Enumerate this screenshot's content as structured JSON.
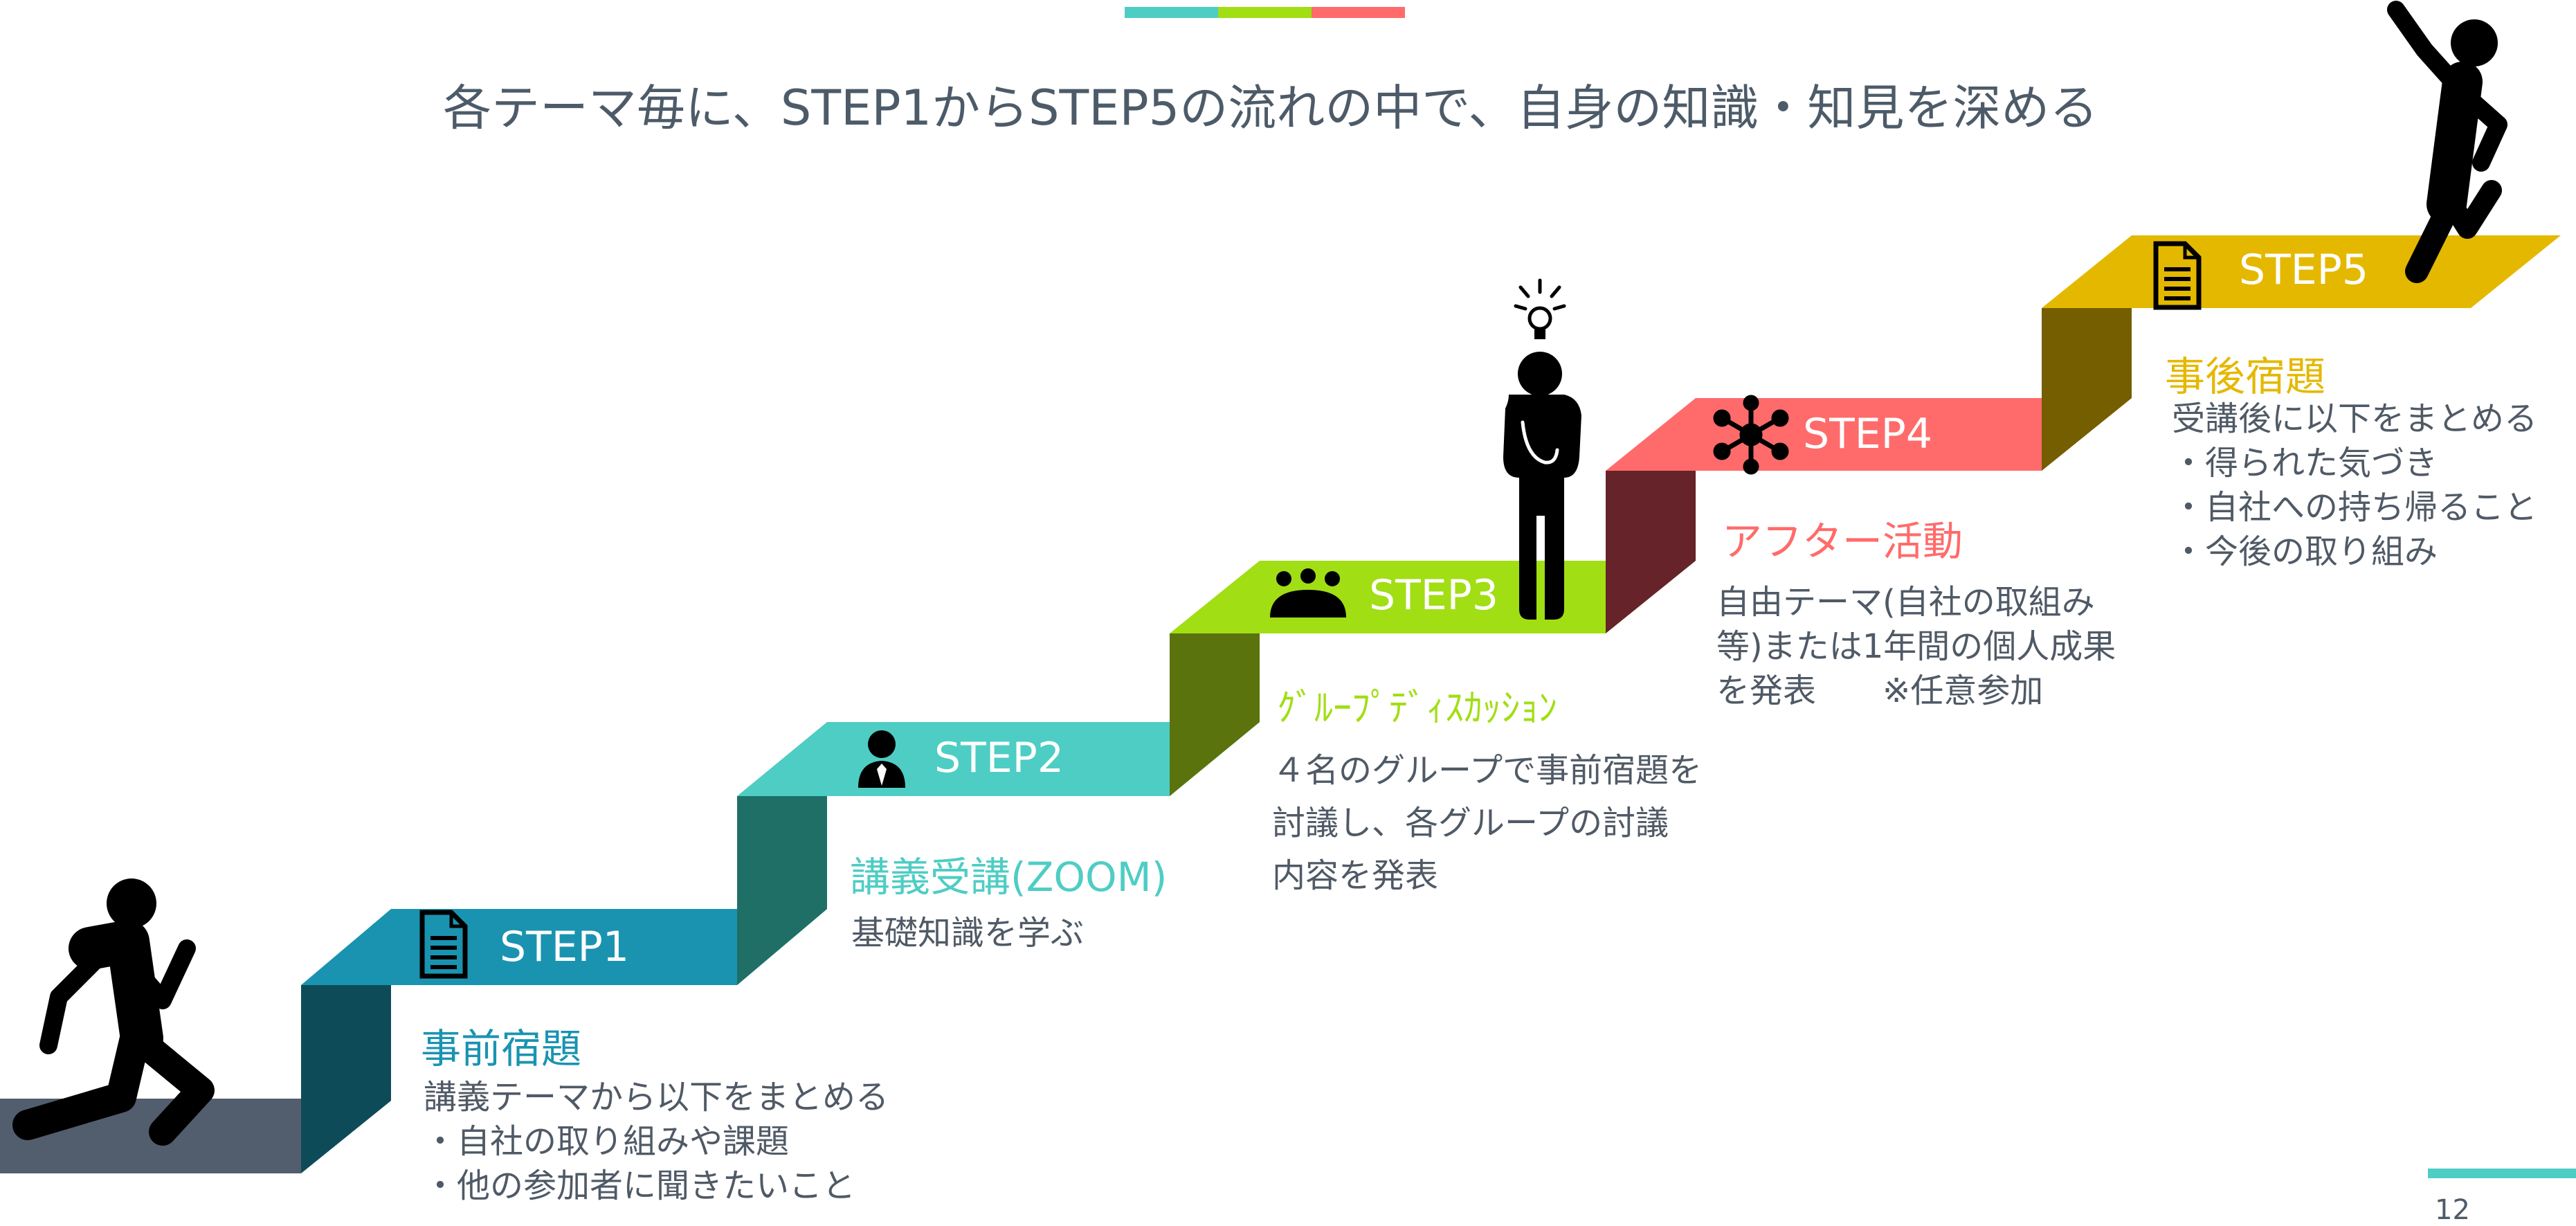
{
  "title": "各テーマ毎に、STEP1からSTEP5の流れの中で、自身の知識・知見を深める",
  "colors": {
    "step1": "#1a93b1",
    "step2": "#4ecdc4",
    "step3": "#a1de14",
    "step4": "#ff6b6b",
    "step5": "#e5b800",
    "text": "#505a66",
    "base": "#525e6d"
  },
  "steps": [
    {
      "label": "STEP1",
      "icon": "document-icon",
      "heading": "事前宿題",
      "lines": [
        "講義テーマから以下をまとめる",
        "・自社の取り組みや課題",
        "・他の参加者に聞きたいこと"
      ]
    },
    {
      "label": "STEP2",
      "icon": "businessman-icon",
      "heading": "講義受講(ZOOM)",
      "lines": [
        "基礎知識を学ぶ"
      ]
    },
    {
      "label": "STEP3",
      "icon": "group-icon",
      "heading": "ｸﾞﾙｰﾌﾟﾃﾞｨｽｶｯｼｮﾝ",
      "lines": [
        "４名のグループで事前宿題を",
        "討議し、各グループの討議",
        "内容を発表"
      ]
    },
    {
      "label": "STEP4",
      "icon": "network-icon",
      "heading": "アフター活動",
      "lines": [
        "自由テーマ(自社の取組み",
        "等)または1年間の個人成果",
        "を発表　　※任意参加"
      ]
    },
    {
      "label": "STEP5",
      "icon": "document-icon",
      "heading": "事後宿題",
      "lines": [
        "受講後に以下をまとめる",
        "・得られた気づき",
        "・自社への持ち帰ること",
        "・今後の取り組み"
      ]
    }
  ],
  "page_number": "12"
}
